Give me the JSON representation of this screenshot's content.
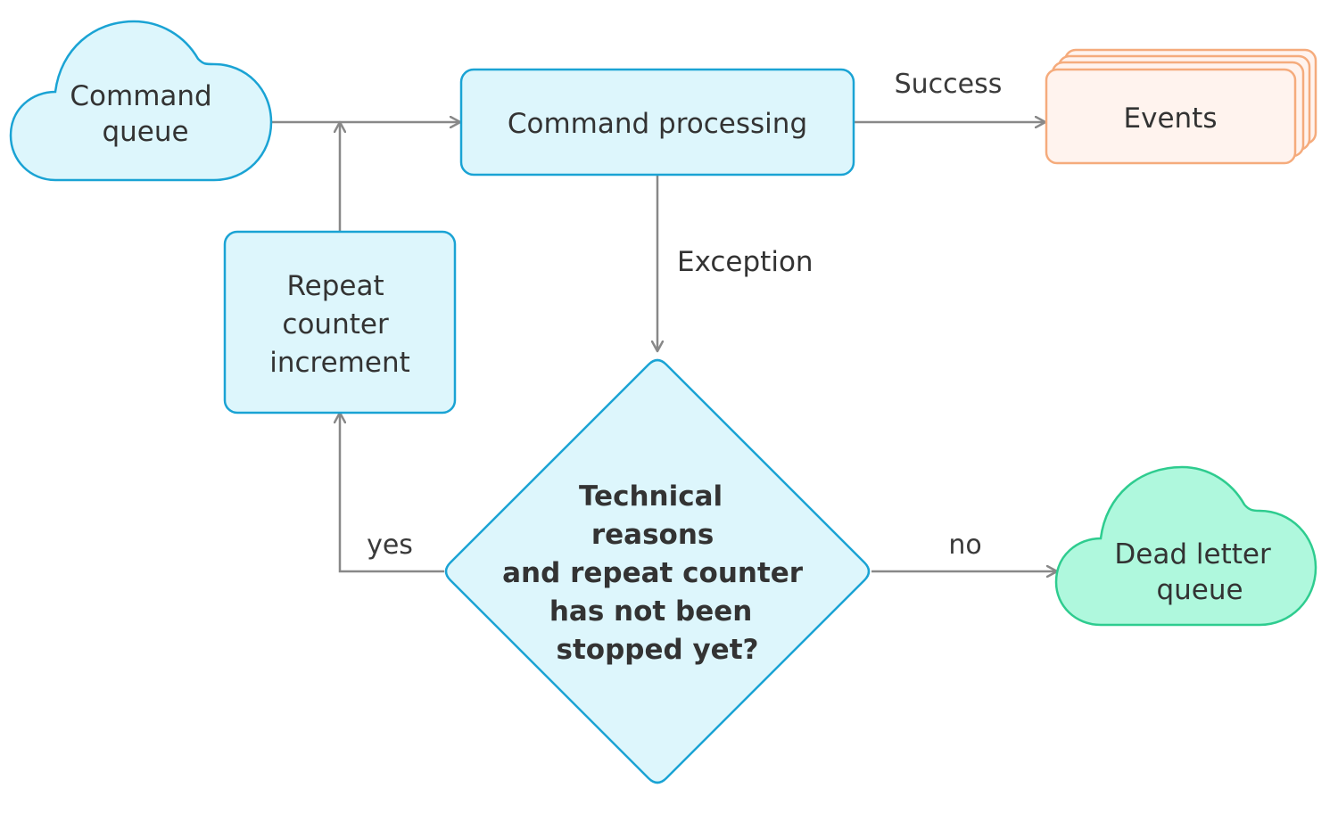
{
  "nodes": {
    "command_queue": {
      "lines": [
        "Command",
        "queue"
      ],
      "shape": "cloud",
      "fill": "#ddf6fc",
      "stroke": "#1aa3d4"
    },
    "command_processing": {
      "lines": [
        "Command processing"
      ],
      "shape": "rounded-rect",
      "fill": "#ddf6fc",
      "stroke": "#1aa3d4"
    },
    "events": {
      "lines": [
        "Events"
      ],
      "shape": "stacked-rect",
      "fill": "#fff3ee",
      "stroke": "#f5ab7c"
    },
    "repeat_counter": {
      "lines": [
        "Repeat",
        "counter",
        "increment"
      ],
      "shape": "rounded-rect",
      "fill": "#ddf6fc",
      "stroke": "#1aa3d4"
    },
    "decision": {
      "lines": [
        "Technical",
        "reasons",
        "and repeat counter",
        "has not been",
        "stopped yet?"
      ],
      "shape": "diamond",
      "fill": "#ddf6fc",
      "stroke": "#1aa3d4"
    },
    "dead_letter_queue": {
      "lines": [
        "Dead letter",
        "queue"
      ],
      "shape": "cloud",
      "fill": "#aff8dd",
      "stroke": "#2ecc8f"
    }
  },
  "edges": {
    "success": {
      "label": "Success",
      "from": "command_processing",
      "to": "events"
    },
    "exception": {
      "label": "Exception",
      "from": "command_processing",
      "to": "decision"
    },
    "yes": {
      "label": "yes",
      "from": "decision",
      "to": "repeat_counter"
    },
    "no": {
      "label": "no",
      "from": "decision",
      "to": "dead_letter_queue"
    },
    "retry": {
      "label": "",
      "from": "repeat_counter",
      "to": "command_processing"
    },
    "enqueue": {
      "label": "",
      "from": "command_queue",
      "to": "command_processing"
    }
  },
  "colors": {
    "connector": "#888888",
    "text": "#333333"
  }
}
